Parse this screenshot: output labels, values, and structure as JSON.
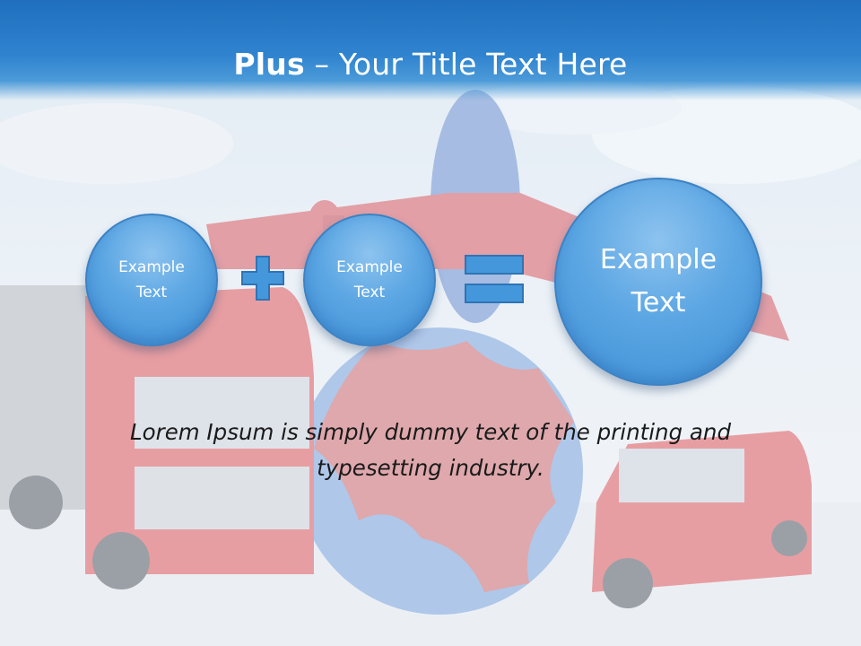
{
  "slide": {
    "title_bold": "Plus",
    "title_rest": " – Your Title Text Here",
    "circles": [
      {
        "line1": "Example",
        "line2": "Text"
      },
      {
        "line1": "Example",
        "line2": "Text"
      },
      {
        "line1": "Example",
        "line2": "Text"
      }
    ],
    "operators": [
      "plus-icon",
      "equals-icon"
    ],
    "body": "Lorem Ipsum is simply dummy text of the printing and typesetting industry."
  },
  "colors": {
    "header": "#2f83cf",
    "circle": "#5ba6e3",
    "operator": "#3f8fd5",
    "text": "#1a1a1a"
  }
}
